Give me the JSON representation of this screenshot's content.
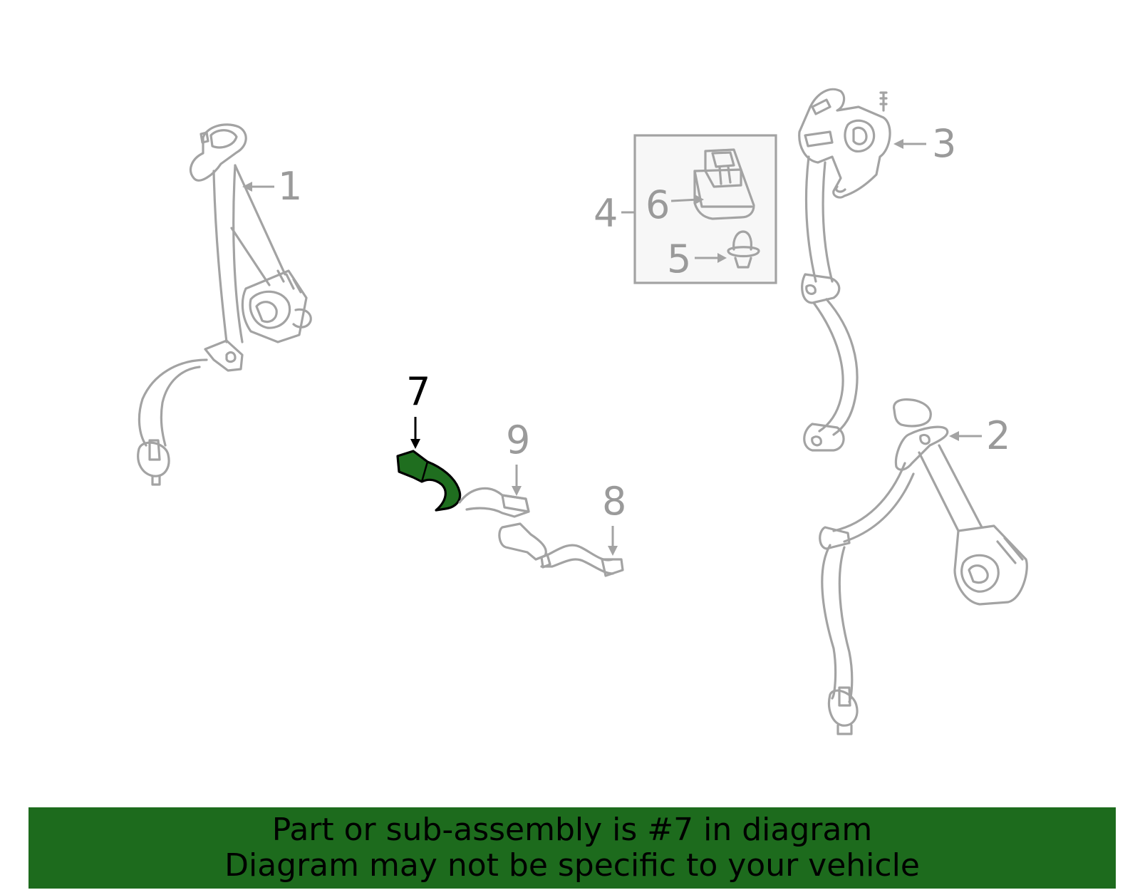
{
  "callouts": {
    "c1": "1",
    "c2": "2",
    "c3": "3",
    "c4": "4",
    "c5": "5",
    "c6": "6",
    "c7": "7",
    "c8": "8",
    "c9": "9"
  },
  "highlight_part": "7",
  "colors": {
    "line": "#a3a3a3",
    "highlight_fill": "#1f6e1f",
    "banner": "#1d6b1d",
    "banner_text": "#000000"
  },
  "banner": {
    "line1": "Part or sub-assembly is #7 in diagram",
    "line2": "Diagram may not be specific to your vehicle"
  }
}
